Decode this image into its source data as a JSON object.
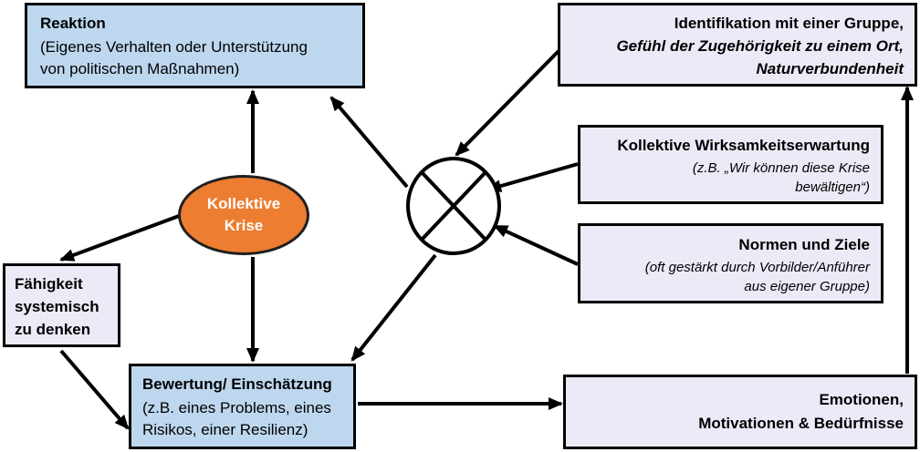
{
  "nodes": {
    "reaktion": {
      "title": "Reaktion",
      "line1": "(Eigenes Verhalten oder Unterstützung",
      "line2": "von politischen Maßnahmen)"
    },
    "identifikation": {
      "line1": "Identifikation mit einer Gruppe,",
      "line2": "Gefühl der Zugehörigkeit zu einem Ort,",
      "line3": "Naturverbundenheit"
    },
    "kollektive_krise": {
      "line1": "Kollektive",
      "line2": "Krise"
    },
    "wirksamkeit": {
      "title": "Kollektive Wirksamkeitserwartung",
      "line1": "(z.B. „Wir können diese Krise",
      "line2": "bewältigen“)"
    },
    "normen": {
      "title": "Normen und Ziele",
      "line1": "(oft gestärkt durch Vorbilder/Anführer",
      "line2": "aus eigener Gruppe)"
    },
    "faehigkeit": {
      "line1": "Fähigkeit",
      "line2": "systemisch",
      "line3": "zu denken"
    },
    "bewertung": {
      "title": "Bewertung/ Einschätzung",
      "line1": "(z.B. eines Problems, eines",
      "line2": "Risikos, einer Resilienz)"
    },
    "emotionen": {
      "line1": "Emotionen,",
      "line2": "Motivationen & Bedürfnisse"
    }
  },
  "colors": {
    "blue_box": "#bdd7ee",
    "lavender_box": "#ebebf8",
    "crisis_oval": "#ed7d31",
    "arrow": "#000000"
  },
  "icons": {
    "combiner": "circle-cross-icon"
  }
}
